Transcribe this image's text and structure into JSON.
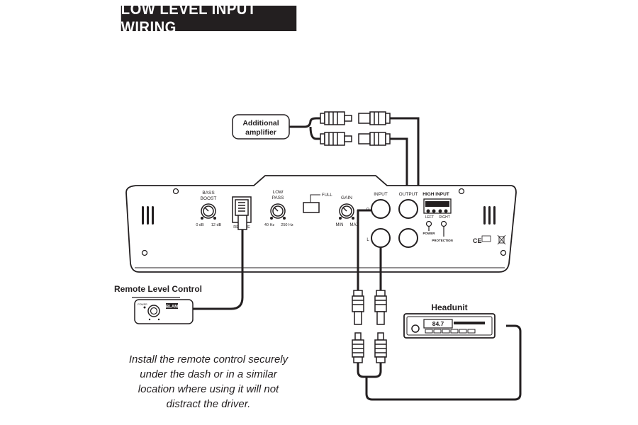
{
  "title": "LOW LEVEL INPUT WIRING",
  "additional_amplifier": [
    "Additional",
    "amplifier"
  ],
  "amp": {
    "bass_boost": [
      "BASS",
      "BOOST"
    ],
    "bass_boost_min": "0 dB",
    "bass_boost_max": "12 dB",
    "remote": "REMOTE",
    "low_pass": [
      "LOW",
      "PASS"
    ],
    "low_pass_min": "40 Hz",
    "low_pass_max": "250 Hz",
    "full": "FULL",
    "gain": "GAIN",
    "gain_min": "MIN",
    "gain_max": "MAX",
    "input": "INPUT",
    "output": "OUTPUT",
    "high_input": "HIGH INPUT",
    "left": "LEFT",
    "right": "RIGHT",
    "power": "POWER",
    "protection": "PROTECTION",
    "r": "R",
    "l": "L",
    "ce": "CE"
  },
  "remote_level_control": {
    "label": "Remote Level Control",
    "brand": "BLAM",
    "power": "POWER"
  },
  "headunit": {
    "label": "Headunit",
    "display": "84.7"
  },
  "caption": [
    "Install the remote control securely",
    "under the dash or in a similar",
    "location where using it will not",
    "distract the driver."
  ]
}
